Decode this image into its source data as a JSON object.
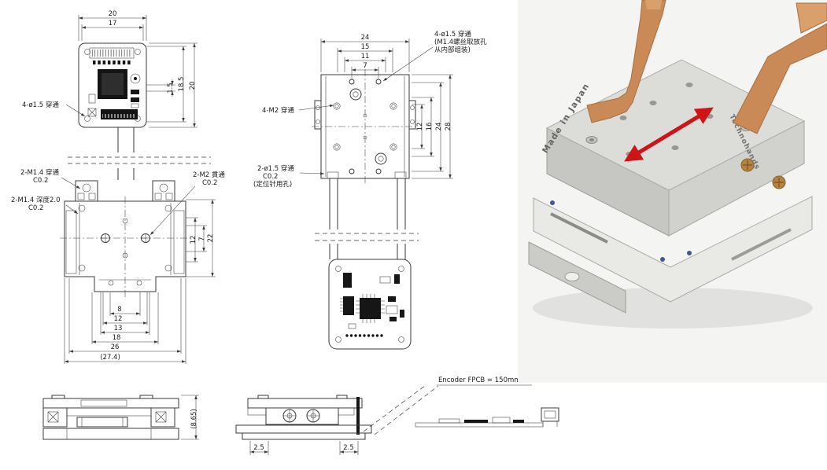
{
  "colors": {
    "line": "#3a3a3a",
    "copper": "#c98a58",
    "copper_tip": "#d9a06c",
    "copper_edge": "#a96f3e",
    "arrow_red": "#cf1418",
    "photo_background": "#f4f4f2"
  },
  "views": {
    "pcb_top": {
      "dim_width_outer": "20",
      "dim_width_inner": "17",
      "dim_height_outer": "20",
      "dim_height_inner": "18.5",
      "dim_offset": "1.5",
      "label_holes": "4-ø1.5 穿通"
    },
    "stage_front": {
      "dims_right": [
        "12",
        "7",
        "22"
      ],
      "dims_bottom": [
        "8",
        "12",
        "13",
        "18",
        "26",
        "(27.4)"
      ],
      "label_m14_through_l1": "2-M1.4 穿通",
      "label_m14_through_l2": "C0.2",
      "label_m14_depth_l1": "2-M1.4 深度2.0",
      "label_m14_depth_l2": "C0.2",
      "label_m2_through_l1": "2-M2 貫通",
      "label_m2_through_l2": "C0.2"
    },
    "stage_top": {
      "dims_top": [
        "24",
        "15",
        "11",
        "7"
      ],
      "dims_right": [
        "12",
        "16",
        "24",
        "28"
      ],
      "label_phi_l1": "4-ø1.5 穿通",
      "label_phi_l2": "(M1.4螺丝取放孔",
      "label_phi_l3": "从内部组装)",
      "label_m2": "4-M2 穿通",
      "label_pin_l1": "2-ø1.5 穿通",
      "label_pin_l2": "C0.2",
      "label_pin_l3": "(定位针用孔)"
    },
    "side_left": {
      "dim_height": "(8.65)"
    },
    "side_mid": {
      "dim_left": "2.5",
      "dim_right": "2.5"
    },
    "encoder_note": "Encoder FPCB = 150mm"
  },
  "photo": {
    "engraving_left": "Made in Japan",
    "engraving_right": "Technohands"
  }
}
